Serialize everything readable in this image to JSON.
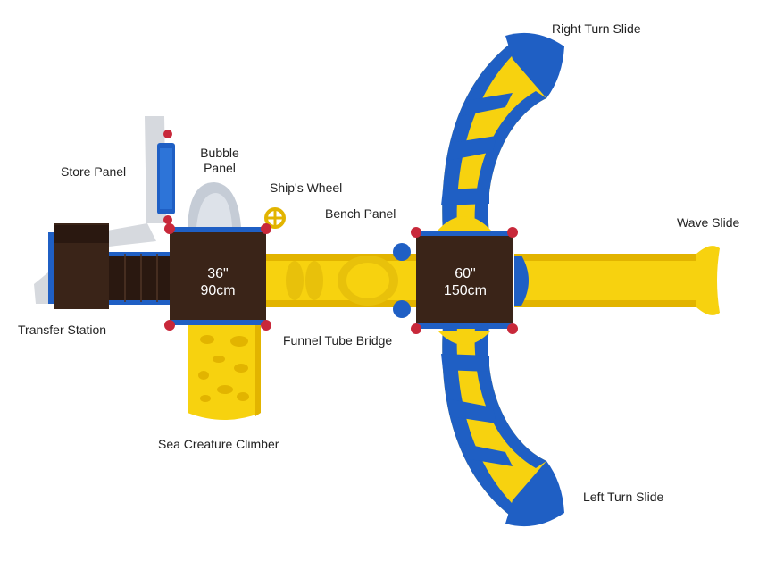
{
  "labels": {
    "store_panel": "Store Panel",
    "bubble_panel_line1": "Bubble",
    "bubble_panel_line2": "Panel",
    "ships_wheel": "Ship's Wheel",
    "bench_panel": "Bench Panel",
    "right_turn_slide": "Right Turn Slide",
    "wave_slide": "Wave Slide",
    "transfer_station": "Transfer Station",
    "funnel_tube_bridge": "Funnel Tube Bridge",
    "sea_creature_climber": "Sea Creature Climber",
    "left_turn_slide": "Left Turn Slide"
  },
  "decks": {
    "small": {
      "height_in": "36\"",
      "height_cm": "90cm"
    },
    "large": {
      "height_in": "60\"",
      "height_cm": "150cm"
    }
  },
  "colors": {
    "deck": "#3a2418",
    "blue": "#1f5fc4",
    "yellow": "#f7d20f",
    "yellow_dark": "#e2b400",
    "post_red": "#c8283a",
    "grey": "#cfd3d8"
  }
}
